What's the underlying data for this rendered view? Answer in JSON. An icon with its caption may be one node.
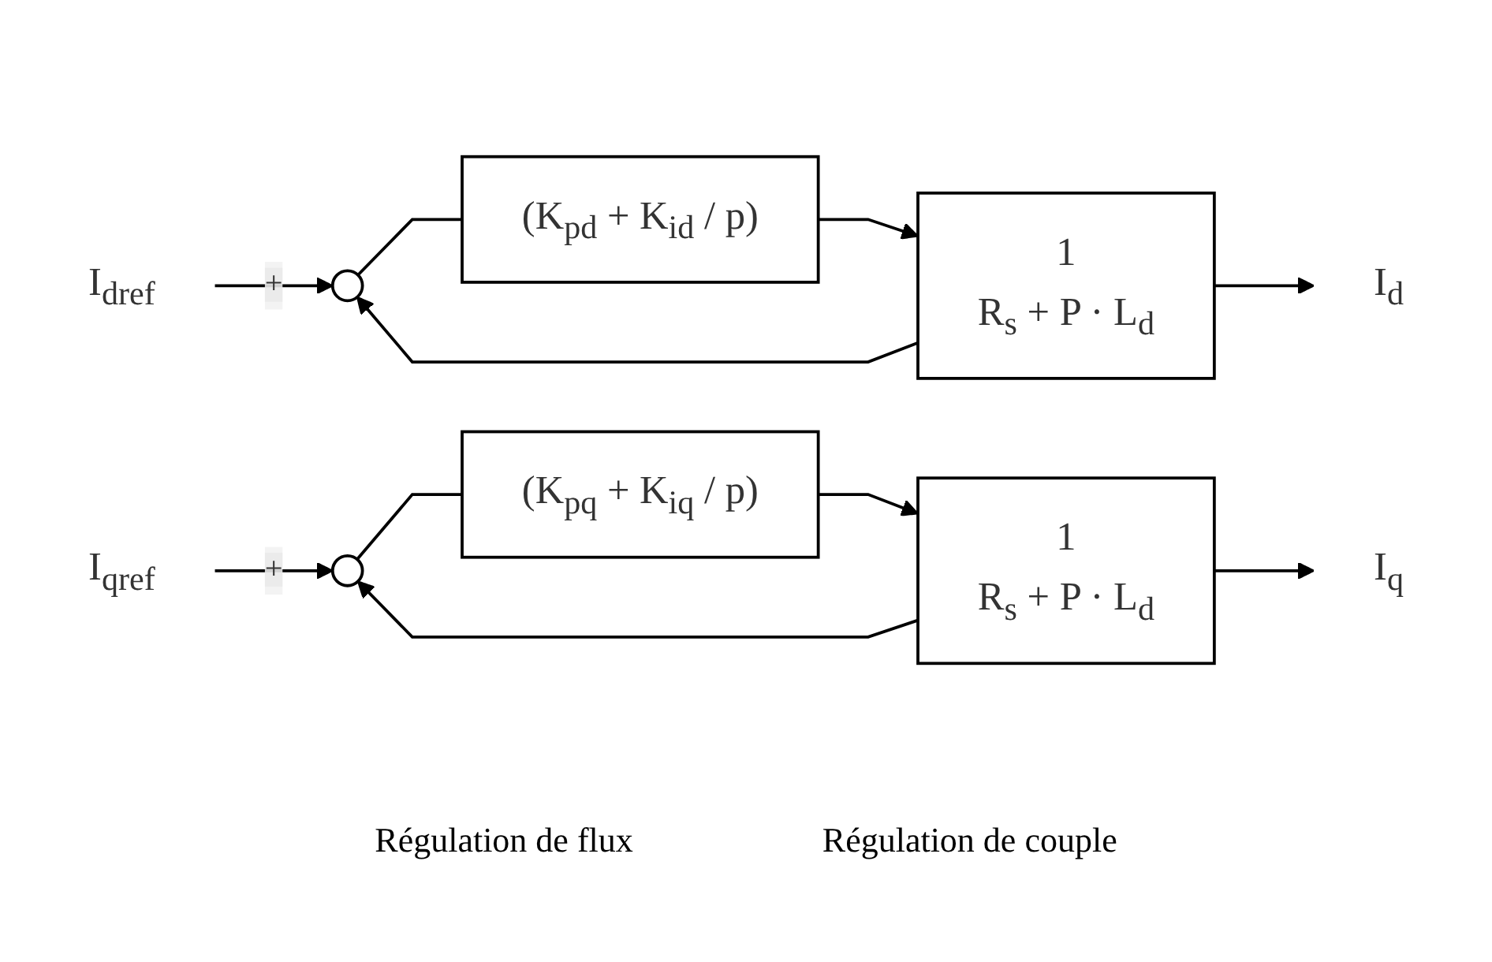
{
  "diagram": {
    "nodes": [
      {
        "text": [
          "I$_{dref}$"
        ]
      },
      {
        "text": [],
        "shape": "circle"
      },
      {
        "text": [
          "(K$_{pd}$ + K$_{id}$ / p)"
        ]
      },
      {
        "text": [
          "1",
          "R$_{s}$ + P · L$_{d}$"
        ]
      },
      {
        "text": [
          "I$_{d}$"
        ]
      },
      {
        "text": [
          "I$_{qref}$"
        ]
      },
      {
        "text": [],
        "shape": "circle"
      },
      {
        "text": [
          "(K$_{pq}$ + K$_{iq}$ / p)"
        ]
      },
      {
        "text": [
          "1",
          "R$_{s}$ + P · L$_{d}$"
        ]
      },
      {
        "text": [
          "I$_{q}$"
        ]
      }
    ],
    "edges": [
      {
        "from": 0,
        "to": 1,
        "arrow": "to",
        "label": "+"
      },
      {
        "from": 1,
        "to": 2,
        "arrow": "none"
      },
      {
        "from": 2,
        "to": 3,
        "arrow": "to"
      },
      {
        "from": 3,
        "to": 4,
        "arrow": "to"
      },
      {
        "from": 3,
        "to": 1,
        "arrow": "to"
      },
      {
        "from": 5,
        "to": 6,
        "arrow": "to",
        "label": "+"
      },
      {
        "from": 6,
        "to": 7,
        "arrow": "none"
      },
      {
        "from": 7,
        "to": 8,
        "arrow": "to"
      },
      {
        "from": 8,
        "to": 9,
        "arrow": "to"
      },
      {
        "from": 8,
        "to": 6,
        "arrow": "to"
      }
    ],
    "labels": [
      "Régulation de flux",
      "Régulation de couple"
    ]
  }
}
